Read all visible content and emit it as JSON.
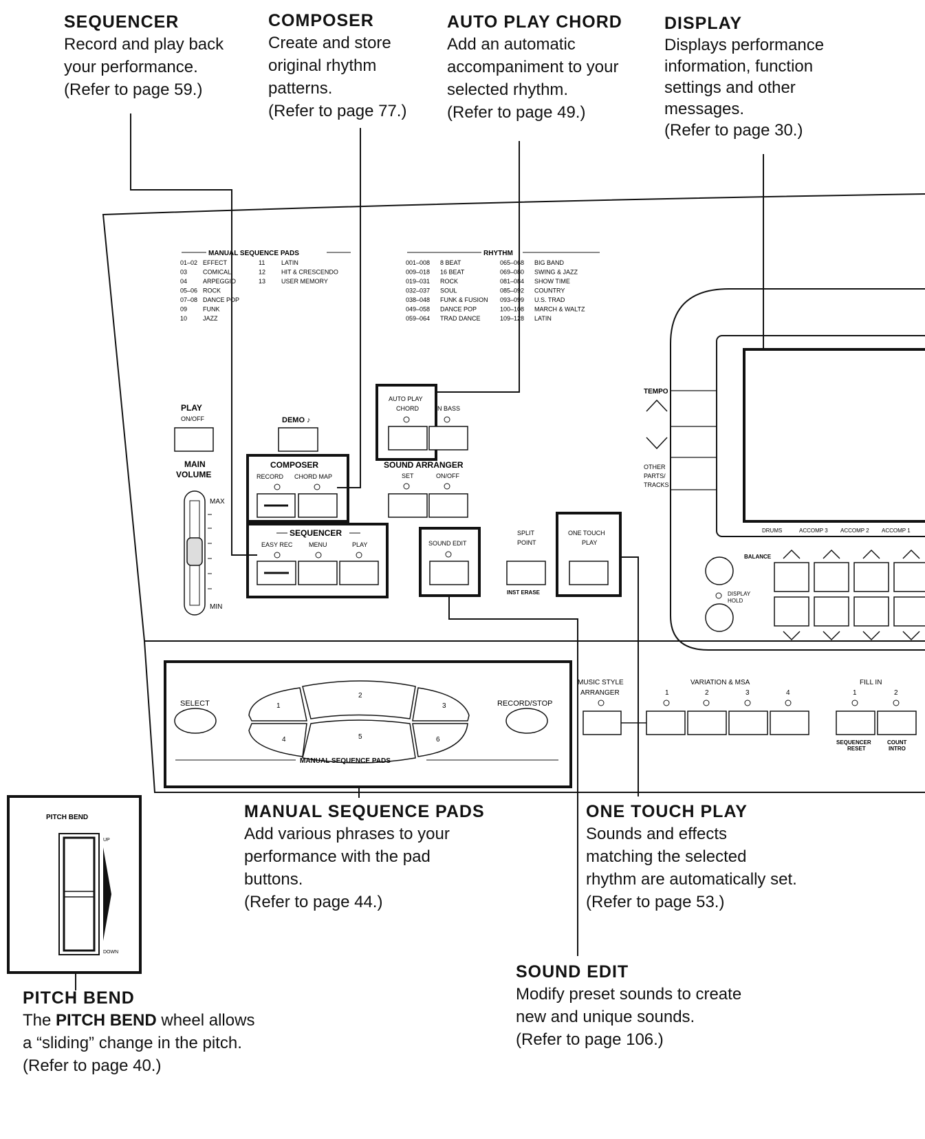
{
  "callouts": {
    "sequencer": {
      "title": "SEQUENCER",
      "desc_lines": [
        "Record and play back",
        "your performance."
      ],
      "ref": "(Refer to page 59.)"
    },
    "composer": {
      "title": "COMPOSER",
      "desc_lines": [
        "Create and store",
        "original rhythm",
        "patterns."
      ],
      "ref": "(Refer to page 77.)"
    },
    "auto_play_chord": {
      "title": "AUTO PLAY CHORD",
      "desc_lines": [
        "Add an automatic",
        "accompaniment to your",
        "selected rhythm."
      ],
      "ref": "(Refer to page 49.)"
    },
    "display": {
      "title": "DISPLAY",
      "desc_lines": [
        "Displays performance",
        "information, function",
        "settings and other",
        "messages."
      ],
      "ref": "(Refer to page 30.)"
    },
    "manual_sequence_pads": {
      "title": "MANUAL SEQUENCE PADS",
      "desc_lines": [
        "Add various phrases to your",
        "performance with the pad",
        "buttons."
      ],
      "ref": "(Refer to page 44.)"
    },
    "one_touch_play": {
      "title": "ONE TOUCH PLAY",
      "desc_lines": [
        "Sounds and effects",
        "matching the selected",
        "rhythm are automatically set."
      ],
      "ref": "(Refer to page 53.)"
    },
    "sound_edit": {
      "title": "SOUND EDIT",
      "desc_lines": [
        "Modify preset sounds to create",
        "new and unique sounds."
      ],
      "ref": "(Refer to page 106.)"
    },
    "pitch_bend": {
      "title": "PITCH BEND",
      "desc_pre": "The ",
      "desc_bold": "PITCH BEND",
      "desc_post": " wheel allows",
      "desc_lines": [
        "a “sliding” change in the pitch."
      ],
      "ref": "(Refer to page 40.)"
    }
  },
  "panel": {
    "msp_list_title": "MANUAL SEQUENCE PADS",
    "msp_list": [
      [
        "01–02",
        "EFFECT",
        "11",
        "LATIN"
      ],
      [
        "03",
        "COMICAL",
        "12",
        "HIT & CRESCENDO"
      ],
      [
        "04",
        "ARPEGGIO",
        "13",
        "USER MEMORY"
      ],
      [
        "05–06",
        "ROCK",
        "",
        ""
      ],
      [
        "07–08",
        "DANCE POP",
        "",
        ""
      ],
      [
        "09",
        "FUNK",
        "",
        ""
      ],
      [
        "10",
        "JAZZ",
        "",
        ""
      ]
    ],
    "rhythm_title": "RHYTHM",
    "rhythm_list": [
      [
        "001–008",
        "8 BEAT",
        "065–068",
        "BIG BAND"
      ],
      [
        "009–018",
        "16 BEAT",
        "069–080",
        "SWING & JAZZ"
      ],
      [
        "019–031",
        "ROCK",
        "081–084",
        "SHOW TIME"
      ],
      [
        "032–037",
        "SOUL",
        "085–092",
        "COUNTRY"
      ],
      [
        "038–048",
        "FUNK & FUSION",
        "093–099",
        "U.S. TRAD"
      ],
      [
        "049–058",
        "DANCE POP",
        "100–108",
        "MARCH & WALTZ"
      ],
      [
        "059–064",
        "TRAD DANCE",
        "109–128",
        "LATIN"
      ]
    ],
    "play_label": "PLAY",
    "onoff_label": "ON/OFF",
    "demo_label": "DEMO ♪",
    "main_volume": "MAIN",
    "main_volume2": "VOLUME",
    "max": "MAX",
    "min": "MIN",
    "composer_group": "COMPOSER",
    "record": "RECORD",
    "chord_map": "CHORD MAP",
    "sequencer_group": "SEQUENCER",
    "easy_rec": "EASY REC",
    "menu": "MENU",
    "play": "PLAY",
    "auto_play_chord_1": "AUTO PLAY",
    "auto_play_chord_2": "CHORD",
    "bass": "N BASS",
    "sound_arranger": "SOUND ARRANGER",
    "set": "SET",
    "sa_onoff": "ON/OFF",
    "sound_edit": "SOUND EDIT",
    "split_point_1": "SPLIT",
    "split_point_2": "POINT",
    "inst_erase": "INST ERASE",
    "one_touch_1": "ONE TOUCH",
    "one_touch_2": "PLAY",
    "tempo": "TEMPO",
    "other_1": "OTHER",
    "other_2": "PARTS/",
    "other_3": "TRACKS",
    "balance": "BALANCE",
    "display_hold_1": "DISPLAY",
    "display_hold_2": "HOLD",
    "screen_tabs": [
      "DRUMS",
      "ACCOMP 3",
      "ACCOMP 2",
      "ACCOMP 1"
    ],
    "select": "SELECT",
    "record_stop": "RECORD/STOP",
    "pads": [
      "1",
      "2",
      "3",
      "4",
      "5",
      "6"
    ],
    "msp_bottom": "MANUAL SEQUENCE PADS",
    "music_style_1": "MUSIC STYLE",
    "music_style_2": "ARRANGER",
    "variation": "VARIATION & MSA",
    "var_nums": [
      "1",
      "2",
      "3",
      "4"
    ],
    "fill_in": "FILL IN",
    "fill_nums": [
      "1",
      "2"
    ],
    "seq_reset_1": "SEQUENCER",
    "seq_reset_2": "RESET",
    "count_intro_1": "COUNT",
    "count_intro_2": "INTRO",
    "pitch_bend": "PITCH BEND",
    "up": "UP",
    "down": "DOWN"
  }
}
